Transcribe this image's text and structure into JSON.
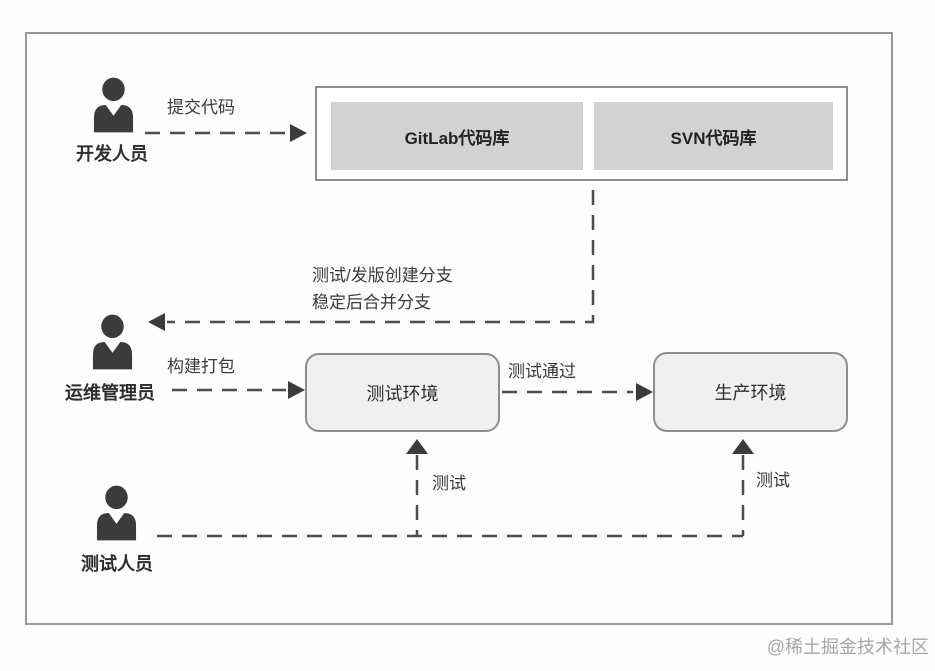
{
  "watermark": "@稀土掘金技术社区",
  "diagram": {
    "actors": [
      {
        "id": "developer",
        "label": "开发人员"
      },
      {
        "id": "ops-admin",
        "label": "运维管理员"
      },
      {
        "id": "tester",
        "label": "测试人员"
      }
    ],
    "repositories": [
      {
        "id": "gitlab",
        "label": "GitLab代码库"
      },
      {
        "id": "svn",
        "label": "SVN代码库"
      }
    ],
    "environments": [
      {
        "id": "test",
        "label": "测试环境"
      },
      {
        "id": "production",
        "label": "生产环境"
      }
    ],
    "edges": [
      {
        "id": "submit-code",
        "label": "提交代码"
      },
      {
        "id": "branch-note-line1",
        "label": "测试/发版创建分支"
      },
      {
        "id": "branch-note-line2",
        "label": "稳定后合并分支"
      },
      {
        "id": "build-package",
        "label": "构建打包"
      },
      {
        "id": "test-passed",
        "label": "测试通过"
      },
      {
        "id": "test-on-test-env",
        "label": "测试"
      },
      {
        "id": "test-on-prod-env",
        "label": "测试"
      }
    ],
    "colors": {
      "repo_box_fill": "#d2d2d2",
      "env_box_fill": "#f0f0f0",
      "border": "#8d8d8d",
      "frame_border": "#979797",
      "dashed_line": "#4d4d4d",
      "icon": "#3b3b3b",
      "text": "#2d2d2d",
      "watermark": "#a6a6a6"
    }
  }
}
